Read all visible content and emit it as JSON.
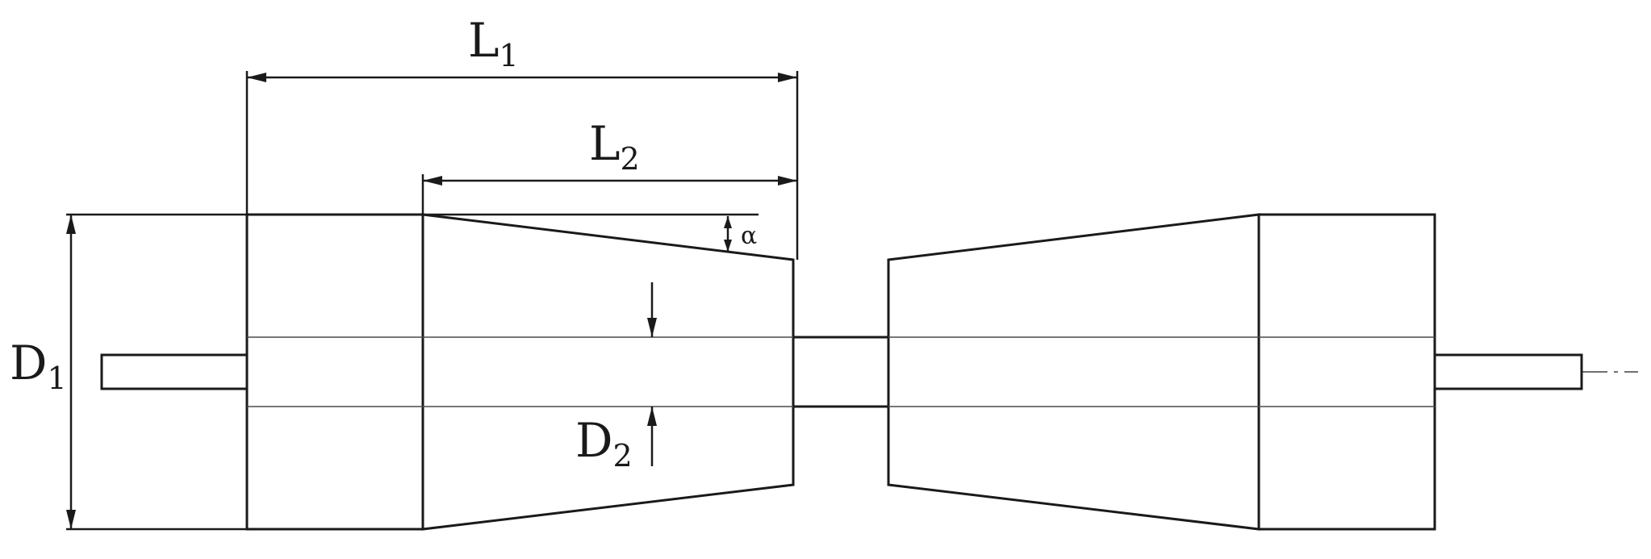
{
  "labels": {
    "l1": {
      "main": "L",
      "sub": "1"
    },
    "l2": {
      "main": "L",
      "sub": "2"
    },
    "d1": {
      "main": "D",
      "sub": "1"
    },
    "d2": {
      "main": "D",
      "sub": "2"
    },
    "alpha": "α"
  },
  "colors": {
    "outline": "#1a1a1a",
    "centerline": "#6f6f6f",
    "background": "#ffffff"
  }
}
